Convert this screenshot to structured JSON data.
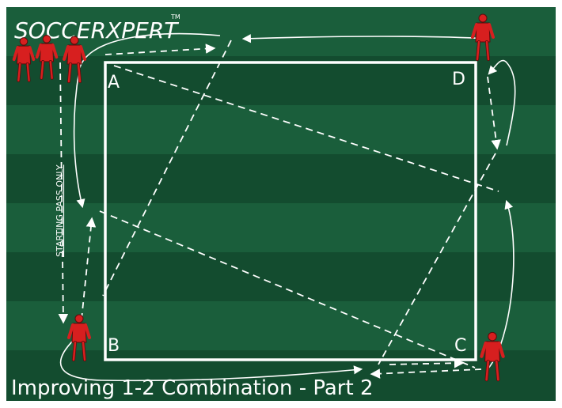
{
  "logo": {
    "text": "SOCCERXPERT",
    "tm": "TM"
  },
  "corners": {
    "a": "A",
    "b": "B",
    "c": "C",
    "d": "D"
  },
  "side_label": "STARTING PASS ONLY",
  "caption": "Improving 1-2 Combination - Part 2",
  "colors": {
    "pitch_dark": "#134c2f",
    "pitch_light": "#1a5e3b",
    "line": "#ffffff",
    "player": "#d71f1f",
    "player_outline": "#5a0b0b"
  },
  "players": [
    "waiting-player-1",
    "waiting-player-2",
    "waiting-player-3",
    "player-b",
    "player-c",
    "player-d"
  ]
}
